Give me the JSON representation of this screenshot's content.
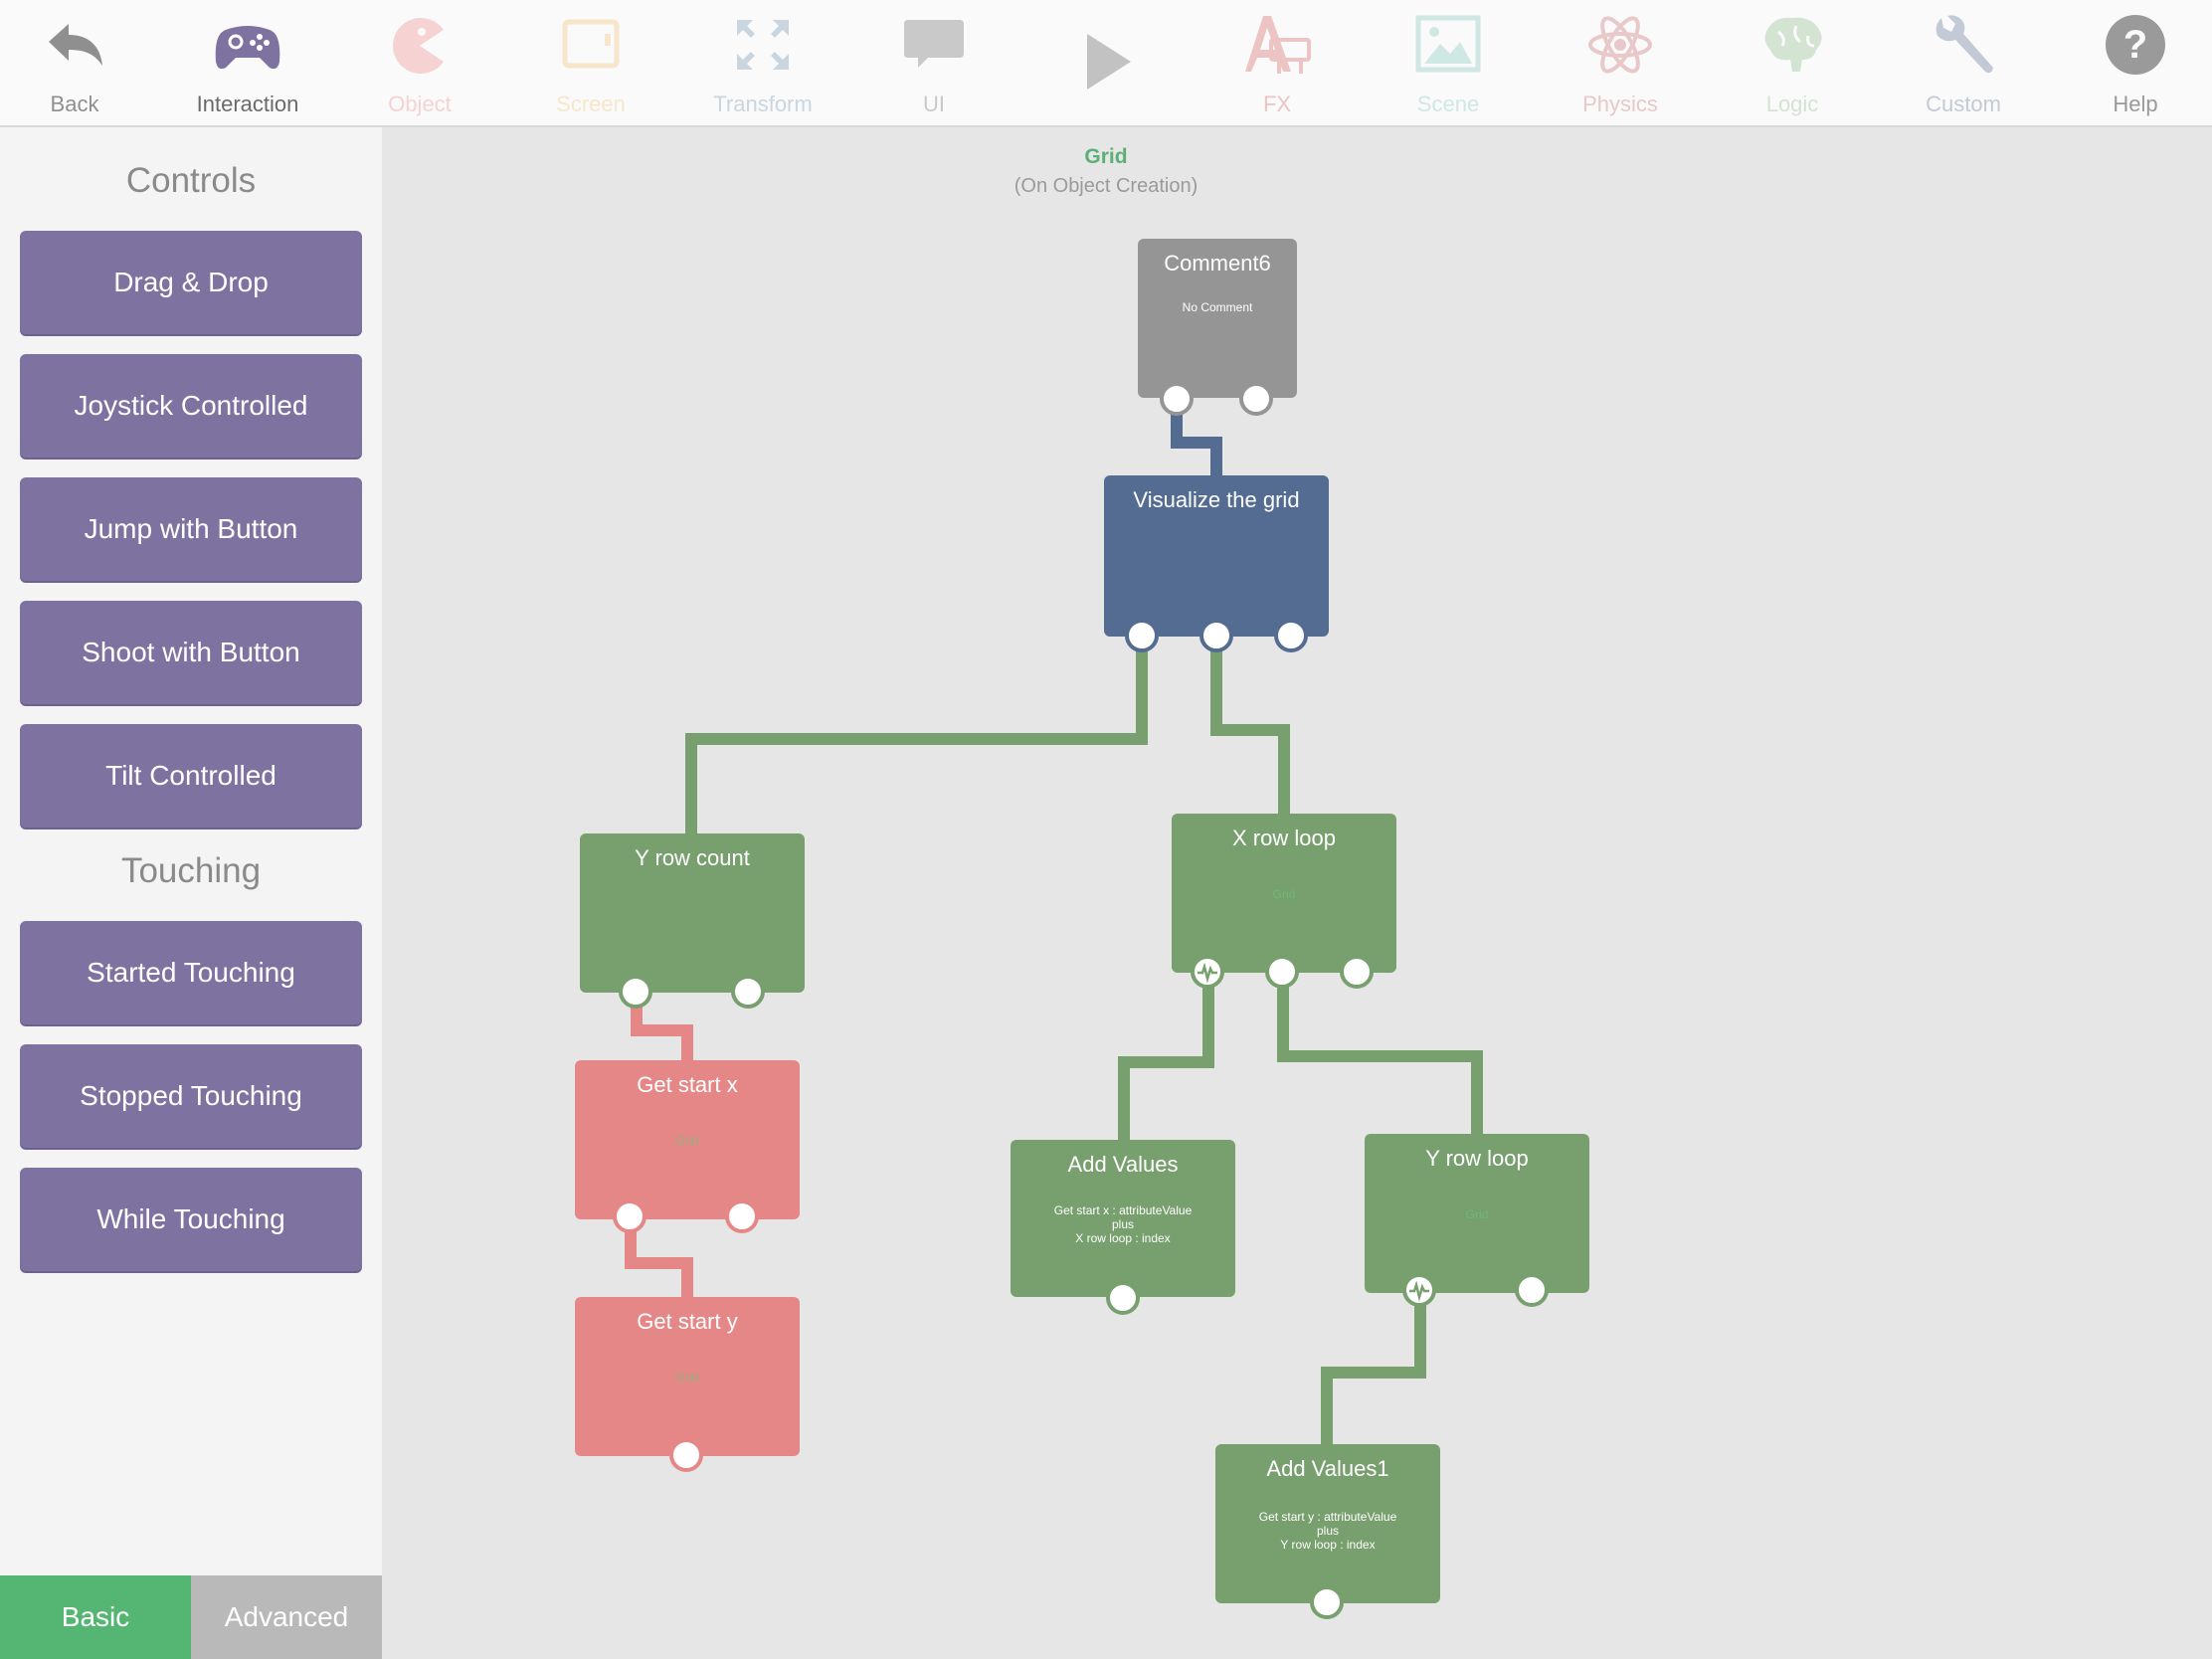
{
  "toolbar": {
    "items": [
      {
        "label": "Back",
        "color": "#8f8f8f",
        "icon": "back-arrow-icon"
      },
      {
        "label": "Interaction",
        "color": "#6a6a6a",
        "icon": "gamepad-icon"
      },
      {
        "label": "Object",
        "color": "#f6d2d2",
        "icon": "pacman-icon"
      },
      {
        "label": "Screen",
        "color": "#f7e6c9",
        "icon": "screen-icon"
      },
      {
        "label": "Transform",
        "color": "#c9d6df",
        "icon": "transform-arrows-icon"
      },
      {
        "label": "UI",
        "color": "#c9c9c9",
        "icon": "speech-bubble-icon"
      },
      {
        "label": "",
        "color": "#c2c2c2",
        "icon": "play-icon"
      },
      {
        "label": "FX",
        "color": "#edc4c4",
        "icon": "fx-icon"
      },
      {
        "label": "Scene",
        "color": "#cfe8e4",
        "icon": "image-icon"
      },
      {
        "label": "Physics",
        "color": "#e8c8c8",
        "icon": "atom-icon"
      },
      {
        "label": "Logic",
        "color": "#d3e4d2",
        "icon": "brain-icon"
      },
      {
        "label": "Custom",
        "color": "#c3cad6",
        "icon": "wrench-icon"
      },
      {
        "label": "Help",
        "color": "#9a9a9a",
        "icon": "help-icon"
      }
    ]
  },
  "sidebar": {
    "controls_title": "Controls",
    "controls": [
      "Drag & Drop",
      "Joystick Controlled",
      "Jump with Button",
      "Shoot with Button",
      "Tilt Controlled"
    ],
    "touching_title": "Touching",
    "touching": [
      "Started Touching",
      "Stopped Touching",
      "While Touching"
    ],
    "modes": {
      "basic": "Basic",
      "advanced": "Advanced"
    }
  },
  "canvas": {
    "title": "Grid",
    "subtitle": "(On Object Creation)",
    "nodes": {
      "comment6": {
        "title": "Comment6",
        "body": "No Comment"
      },
      "visualize": {
        "title": "Visualize the grid"
      },
      "y_row_count": {
        "title": "Y row count"
      },
      "x_row_loop": {
        "title": "X row loop",
        "body": "Grid"
      },
      "get_start_x": {
        "title": "Get start x",
        "body": "Grid"
      },
      "get_start_y": {
        "title": "Get start y",
        "body": "Grid"
      },
      "add_values": {
        "title": "Add Values",
        "line1": "Get start x : attributeValue",
        "line2": "plus",
        "line3": "X row loop : index"
      },
      "y_row_loop": {
        "title": "Y row loop",
        "body": "Grid"
      },
      "add_values1": {
        "title": "Add Values1",
        "line1": "Get start y : attributeValue",
        "line2": "plus",
        "line3": "Y row loop : index"
      }
    }
  },
  "colors": {
    "purple": "#7e72a0",
    "green": "#789f6e",
    "blue": "#546b92",
    "red": "#e68787",
    "gray": "#959595",
    "basic_tab": "#55b674",
    "advanced_tab": "#b9b9b9"
  }
}
